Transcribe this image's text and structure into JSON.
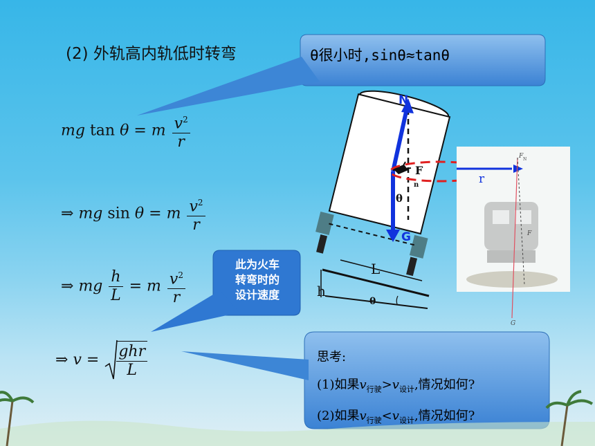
{
  "title": "(2) 外轨高内轨低时转弯",
  "callout_top": "θ很小时,sinθ≈tanθ",
  "callout_design": [
    "此为火车",
    "转弯时的",
    "设计速度"
  ],
  "think": {
    "head": "思考:",
    "q1_pre": "(1)如果",
    "q1_v1": "v",
    "q1_sub1": "行驶",
    "q1_op": ">",
    "q1_v2": "v",
    "q1_sub2": "设计",
    "q1_post": ",情况如何?",
    "q2_pre": "(2)如果",
    "q2_v1": "v",
    "q2_sub1": "行驶",
    "q2_op": "<",
    "q2_v2": "v",
    "q2_sub2": "设计",
    "q2_post": ",情况如何?"
  },
  "eq1": {
    "lhs": "mg",
    "fn": "tan",
    "var": "θ",
    "eq": "=",
    "m": "m",
    "num": "v",
    "sup": "2",
    "den": "r"
  },
  "eq2": {
    "arrow": "⇒",
    "lhs": "mg",
    "fn": "sin",
    "var": "θ",
    "eq": "=",
    "m": "m",
    "num": "v",
    "sup": "2",
    "den": "r"
  },
  "eq3": {
    "arrow": "⇒",
    "lhs": "mg",
    "hnum": "h",
    "hden": "L",
    "eq": "=",
    "m": "m",
    "num": "v",
    "sup": "2",
    "den": "r"
  },
  "eq4": {
    "arrow": "⇒",
    "lhs": "v",
    "eq": "=",
    "num": "ghr",
    "den": "L"
  },
  "diagram": {
    "N": "N",
    "F": "F",
    "n": "n",
    "theta1": "θ",
    "G": "G",
    "L": "L",
    "h": "h",
    "theta2": "θ",
    "r": "r",
    "FN": "F",
    "FNsub": "N",
    "Fsmall": "F",
    "Gsmall": "G"
  },
  "colors": {
    "callout": "#3d86d6",
    "force": "#1133dd",
    "ring": "#e02020"
  }
}
